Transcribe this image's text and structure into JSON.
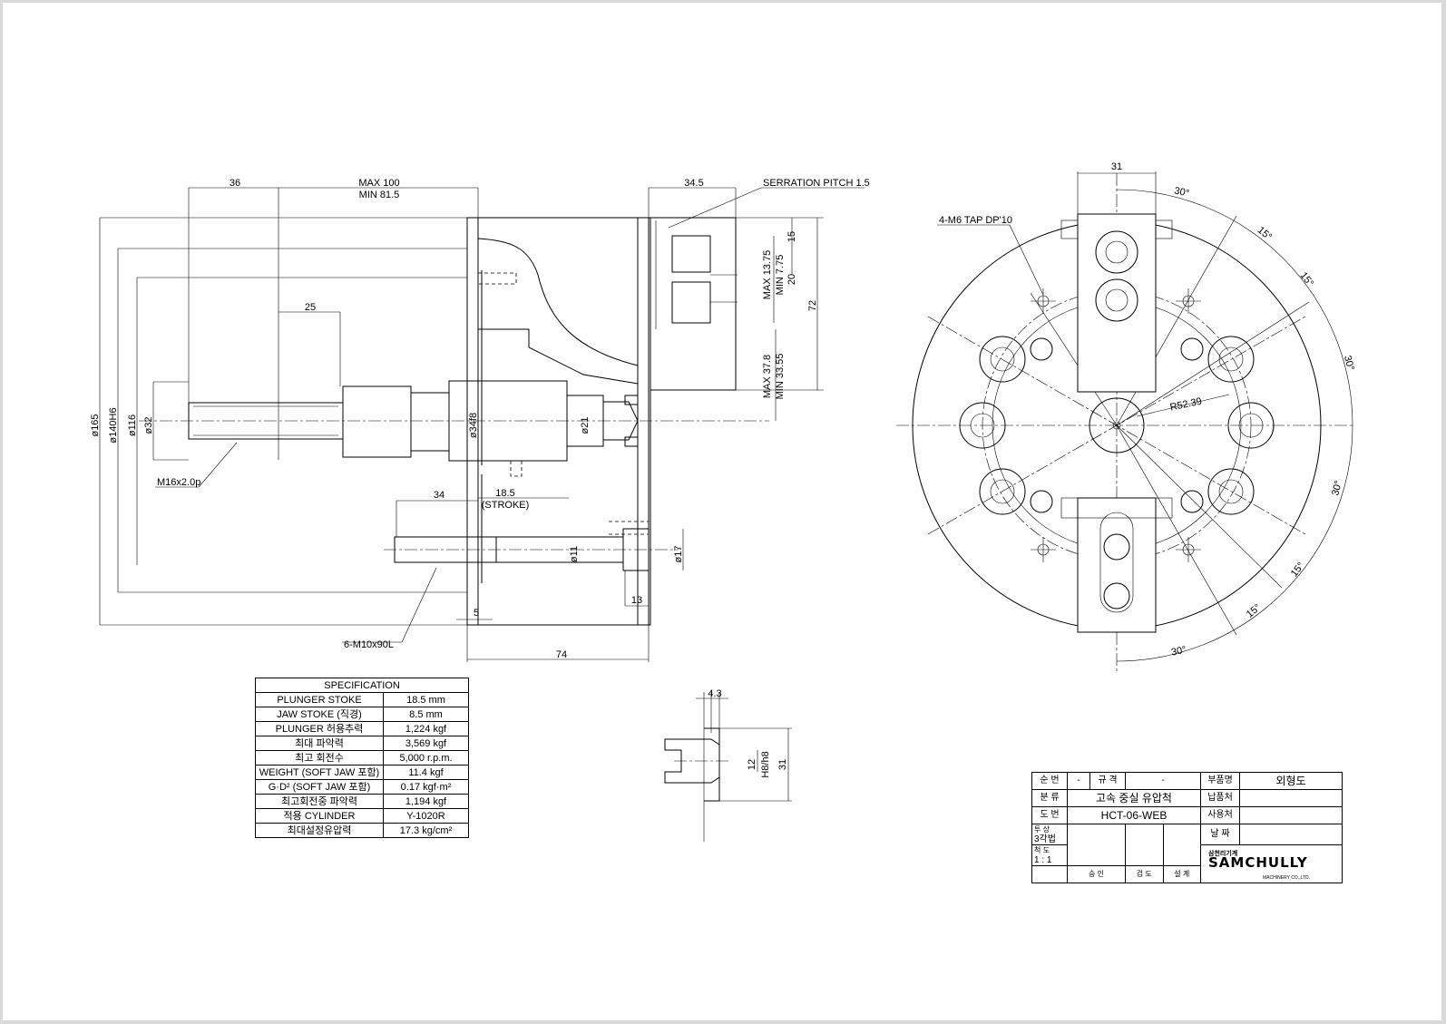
{
  "dims": {
    "d36": "36",
    "max100": "MAX  100",
    "min815": "MIN  81.5",
    "d345": "34.5",
    "serration": "SERRATION  PITCH  1.5",
    "d25": "25",
    "d165": "ø165",
    "d140": "ø140H6",
    "d116": "ø116",
    "d32": "ø32",
    "d34f8": "ø34f8",
    "d21": "ø21",
    "m16": "M16x2.0p",
    "d34": "34",
    "d185": "18.5",
    "stroke": "(STROKE)",
    "d11": "ø11",
    "d17": "ø17",
    "d13": "13",
    "d5": "5",
    "m10": "6-M10x90L",
    "d74": "74",
    "d15": "15",
    "max1375": "MAX  13.75",
    "min775": "MIN  7.75",
    "d20": "20",
    "d72": "72",
    "max378": "MAX  37.8",
    "min3355": "MIN  33.55",
    "d31top": "31",
    "tap": "4-M6  TAP  DP'10",
    "a30a": "30°",
    "a15a": "15°",
    "a15b": "15°",
    "a30b": "30°",
    "a30c": "30°",
    "a15c": "15°",
    "a15d": "15°",
    "a30d": "30°",
    "r5239": "R52.39",
    "d43": "4.3",
    "d12": "12",
    "h8": "H8/h8",
    "d31side": "31"
  },
  "spec_table": {
    "header": "SPECIFICATION",
    "rows": [
      {
        "label": "PLUNGER STOKE",
        "value": "18.5   mm"
      },
      {
        "label": "JAW STOKE (직경)",
        "value": "8.5   mm"
      },
      {
        "label": "PLUNGER 허용추력",
        "value": "1,224   kgf"
      },
      {
        "label": "최대 파악력",
        "value": "3,569 kgf"
      },
      {
        "label": "최고 회전수",
        "value": "5,000 r.p.m."
      },
      {
        "label": "WEIGHT (SOFT JAW 포함)",
        "value": "11.4 kgf"
      },
      {
        "label": "G·D² (SOFT JAW 포함)",
        "value": "0.17  kgf·m²"
      },
      {
        "label": "최고회전중 파악력",
        "value": "1,194 kgf"
      },
      {
        "label": "적용 CYLINDER",
        "value": "Y-1020R"
      },
      {
        "label": "최대설정유압력",
        "value": "17.3 kg/cm²"
      }
    ]
  },
  "title_block": {
    "seq_label": "순  번",
    "seq_value": "-",
    "spec_label": "규  격",
    "spec_value": "-",
    "part_label": "부품명",
    "part_value": "외형도",
    "class_label": "분  류",
    "class_value": "고속 중실 유압척",
    "supplier_label": "납품처",
    "drawing_label": "도  번",
    "drawing_value": "HCT-06-WEB",
    "user_label": "사용처",
    "projection_label": "투  상",
    "projection_value": "3각법",
    "date_label": "날  짜",
    "scale_label": "척  도",
    "scale_value": "1 : 1",
    "approve_label": "승  인",
    "review_label": "검  도",
    "design_label": "설  계",
    "brand_sub": "삼천리기계",
    "brand_name": "SAMCHULLY",
    "brand_foot": "MACHINERY CO.,LTD."
  }
}
